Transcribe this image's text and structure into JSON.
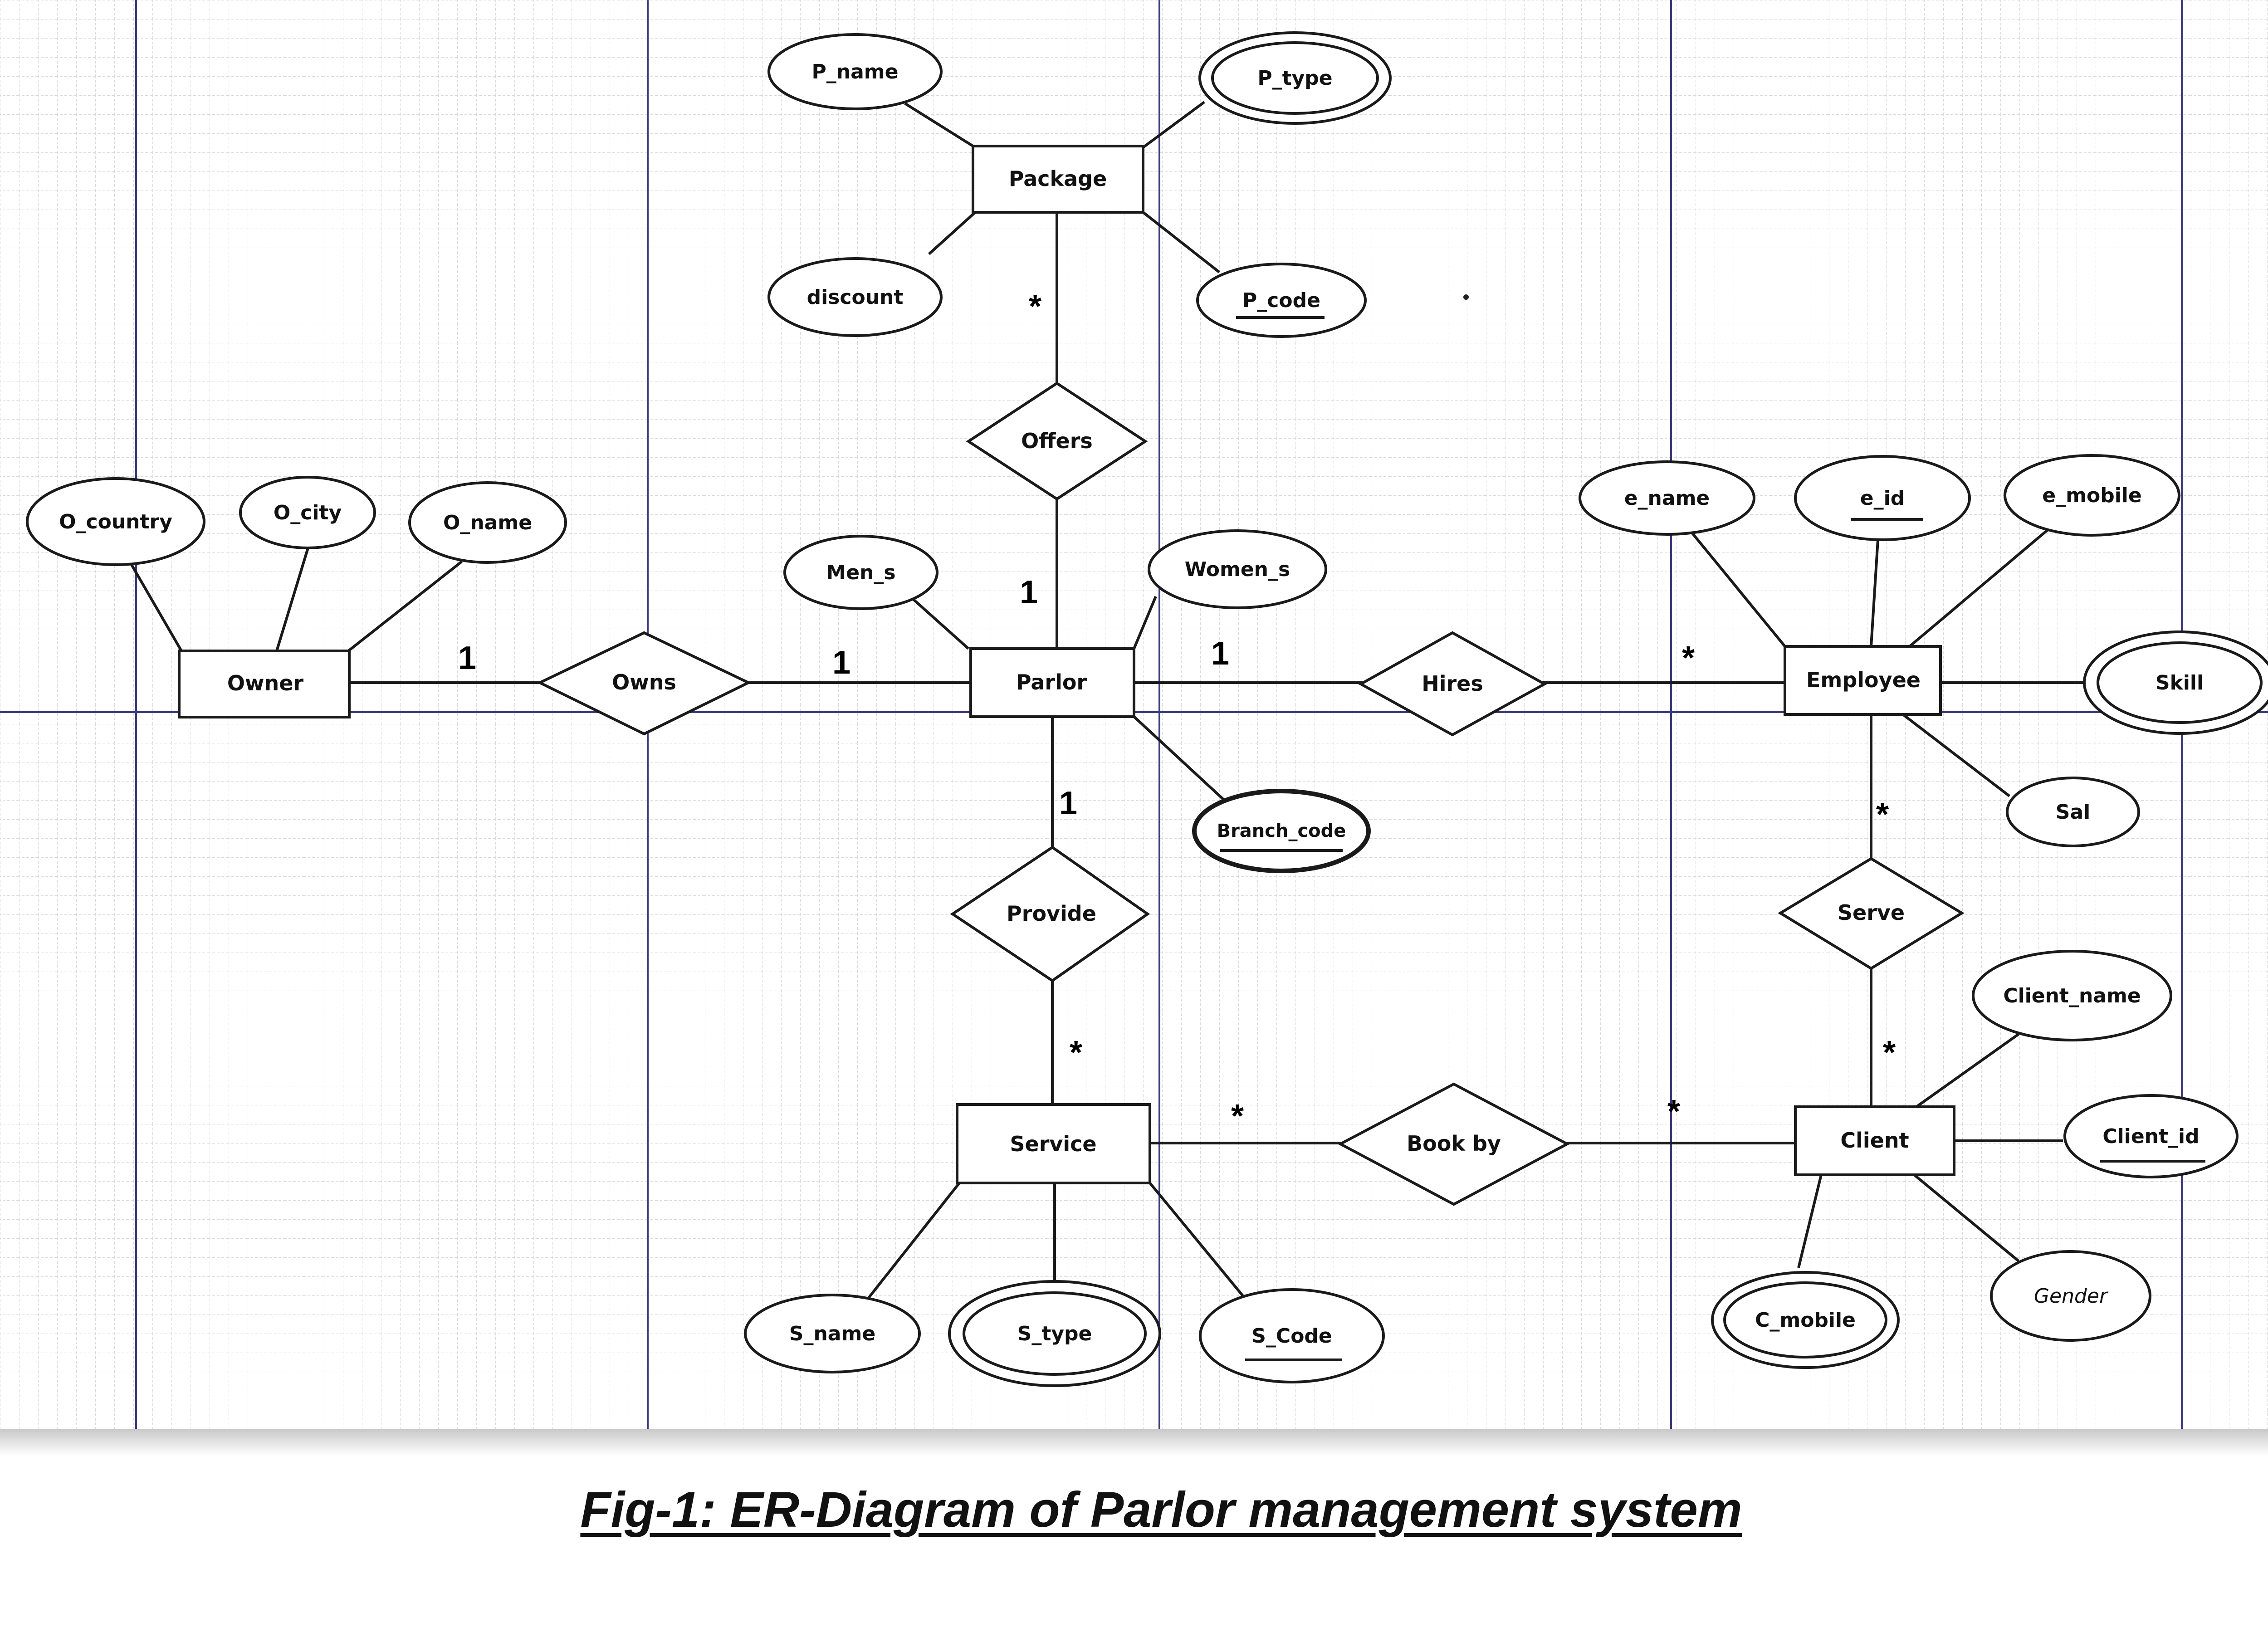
{
  "diagram": {
    "entities": {
      "package": "Package",
      "owner": "Owner",
      "parlor": "Parlor",
      "employee": "Employee",
      "service": "Service",
      "client": "Client"
    },
    "relationships": {
      "offers": "Offers",
      "owns": "Owns",
      "hires": "Hires",
      "provide": "Provide",
      "serve": "Serve",
      "book_by": "Book by"
    },
    "attributes": {
      "p_name": "P_name",
      "p_type": "P_type",
      "discount": "discount",
      "p_code": "P_code",
      "o_country": "O_country",
      "o_city": "O_city",
      "o_name": "O_name",
      "men_s": "Men_s",
      "women_s": "Women_s",
      "branch_code": "Branch_code",
      "e_name": "e_name",
      "e_id": "e_id",
      "e_mobile": "e_mobile",
      "skill": "Skill",
      "sal": "Sal",
      "client_name": "Client_name",
      "client_id": "Client_id",
      "gender": "Gender",
      "c_mobile": "C_mobile",
      "s_name": "S_name",
      "s_type": "S_type",
      "s_code": "S_Code"
    },
    "cardinalities": {
      "package_offers": "*",
      "offers_parlor": "1",
      "owner_owns": "1",
      "owns_parlor": "1",
      "parlor_hires": "1",
      "hires_employee": "*",
      "parlor_provide": "1",
      "provide_service": "*",
      "service_bookby": "*",
      "bookby_client": "*",
      "employee_serve": "*",
      "serve_client": "*"
    },
    "caption": "Fig-1: ER-Diagram of Parlor management system"
  }
}
